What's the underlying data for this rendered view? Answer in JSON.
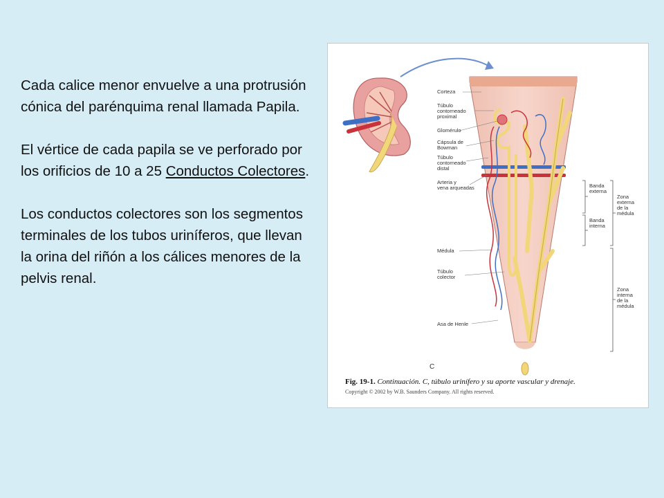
{
  "slide": {
    "paragraph1": "Cada calice menor envuelve a una protrusión cónica del parénquima renal llamada Papila.",
    "paragraph2_start": "El vértice de cada papila se ve perforado por los orificios de 10 a 25 ",
    "paragraph2_link": "Conductos Colectores",
    "paragraph2_end": ".",
    "paragraph3": "Los conductos colectores son los segmentos terminales de los tubos uriníferos, que llevan la orina del riñón a los cálices menores de la pelvis renal."
  },
  "figure": {
    "labels_left": {
      "corteza": "Corteza",
      "tubulo_prox_1": "Túbulo",
      "tubulo_prox_2": "contorneado",
      "tubulo_prox_3": "proximal",
      "glomerulo": "Glomérulo",
      "capsula_1": "Cápsula de",
      "capsula_2": "Bowman",
      "tubulo_dist_1": "Túbulo",
      "tubulo_dist_2": "contorneado",
      "tubulo_dist_3": "distal",
      "arteria_1": "Arteria y",
      "arteria_2": "vena arqueadas",
      "medula": "Médula",
      "colector_1": "Túbulo",
      "colector_2": "colector",
      "henle": "Asa de Henle"
    },
    "labels_right": {
      "banda_externa_1": "Banda",
      "banda_externa_2": "externa",
      "banda_interna_1": "Banda",
      "banda_interna_2": "interna",
      "zona_externa_1": "Zona",
      "zona_externa_2": "externa",
      "zona_externa_3": "de la",
      "zona_externa_4": "médula",
      "zona_interna_1": "Zona",
      "zona_interna_2": "interna",
      "zona_interna_3": "de la",
      "zona_interna_4": "médula"
    },
    "panel_letter": "C",
    "caption_bold": "Fig. 19-1.",
    "caption_rest": " Continuación. C, túbulo urinífero y su aporte vascular y drenaje.",
    "copyright": "Copyright © 2002 by W.B. Saunders Company. All rights reserved.",
    "colors": {
      "tissue": "#f3c7bb",
      "cortex": "#e9a98e",
      "tubule": "#f2d77a",
      "artery": "#c8323a",
      "vein": "#3f6fc4"
    }
  }
}
